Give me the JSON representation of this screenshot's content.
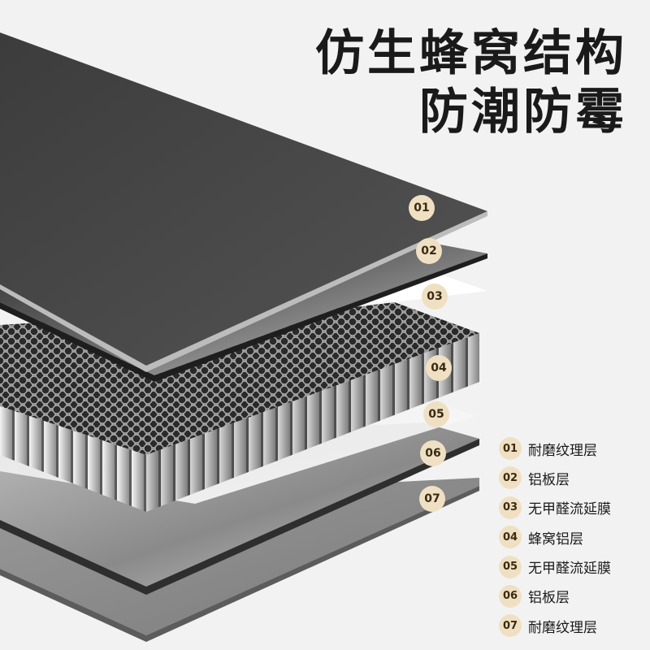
{
  "headline": {
    "line1": "仿生蜂窝结构",
    "line2": "防潮防霉"
  },
  "layers": [
    {
      "num": "01",
      "label": "耐磨纹理层"
    },
    {
      "num": "02",
      "label": "铝板层"
    },
    {
      "num": "03",
      "label": "无甲醛流延膜"
    },
    {
      "num": "04",
      "label": "蜂窝铝层"
    },
    {
      "num": "05",
      "label": "无甲醛流延膜"
    },
    {
      "num": "06",
      "label": "铝板层"
    },
    {
      "num": "07",
      "label": "耐磨纹理层"
    }
  ],
  "colors": {
    "badge": "#efe0c3",
    "dark_panel": "#4a4a4a",
    "background": "#f2f2f2"
  }
}
